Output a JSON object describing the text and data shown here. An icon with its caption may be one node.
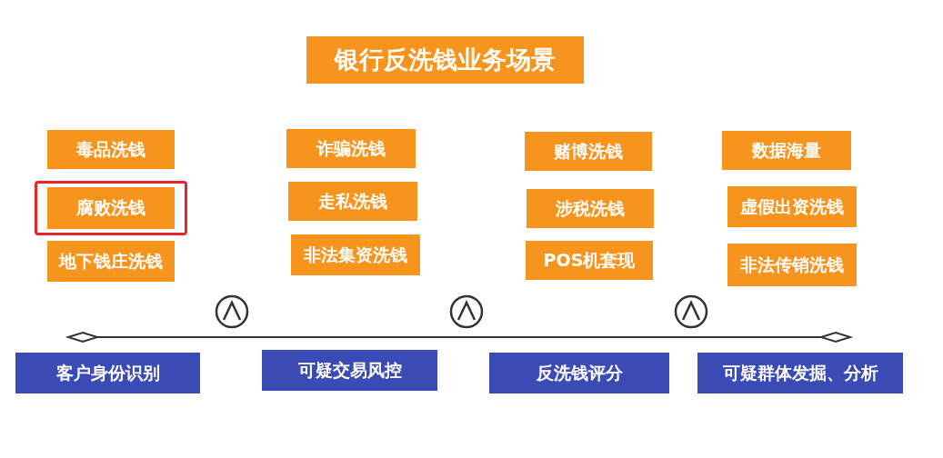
{
  "diagram": {
    "title": "银行反洗钱业务场景",
    "nodes": [
      {
        "text": [
          "毒品洗钱"
        ]
      },
      {
        "text": [],
        "shape": "box"
      },
      {
        "text": [
          "腐败洗钱"
        ],
        "in": 1
      },
      {
        "text": [
          "地下钱庄洗钱"
        ]
      },
      {
        "text": [
          "诈骗洗钱"
        ]
      },
      {
        "text": [
          "走私洗钱"
        ]
      },
      {
        "text": [
          "非法集资洗钱"
        ]
      },
      {
        "text": [
          "赌博洗钱"
        ]
      },
      {
        "text": [
          "涉税洗钱"
        ]
      },
      {
        "text": [
          "POS机套现"
        ]
      },
      {
        "text": [
          "数据海量"
        ]
      },
      {
        "text": [
          "虚假出资洗钱"
        ]
      },
      {
        "text": [
          "非法传销洗钱"
        ]
      },
      {
        "text": [
          "客户身份识别"
        ]
      },
      {
        "text": [
          "可疑交易风控"
        ]
      },
      {
        "text": [
          "反洗钱评分"
        ]
      },
      {
        "text": [
          "可疑群体发掘、分析"
        ]
      }
    ]
  }
}
